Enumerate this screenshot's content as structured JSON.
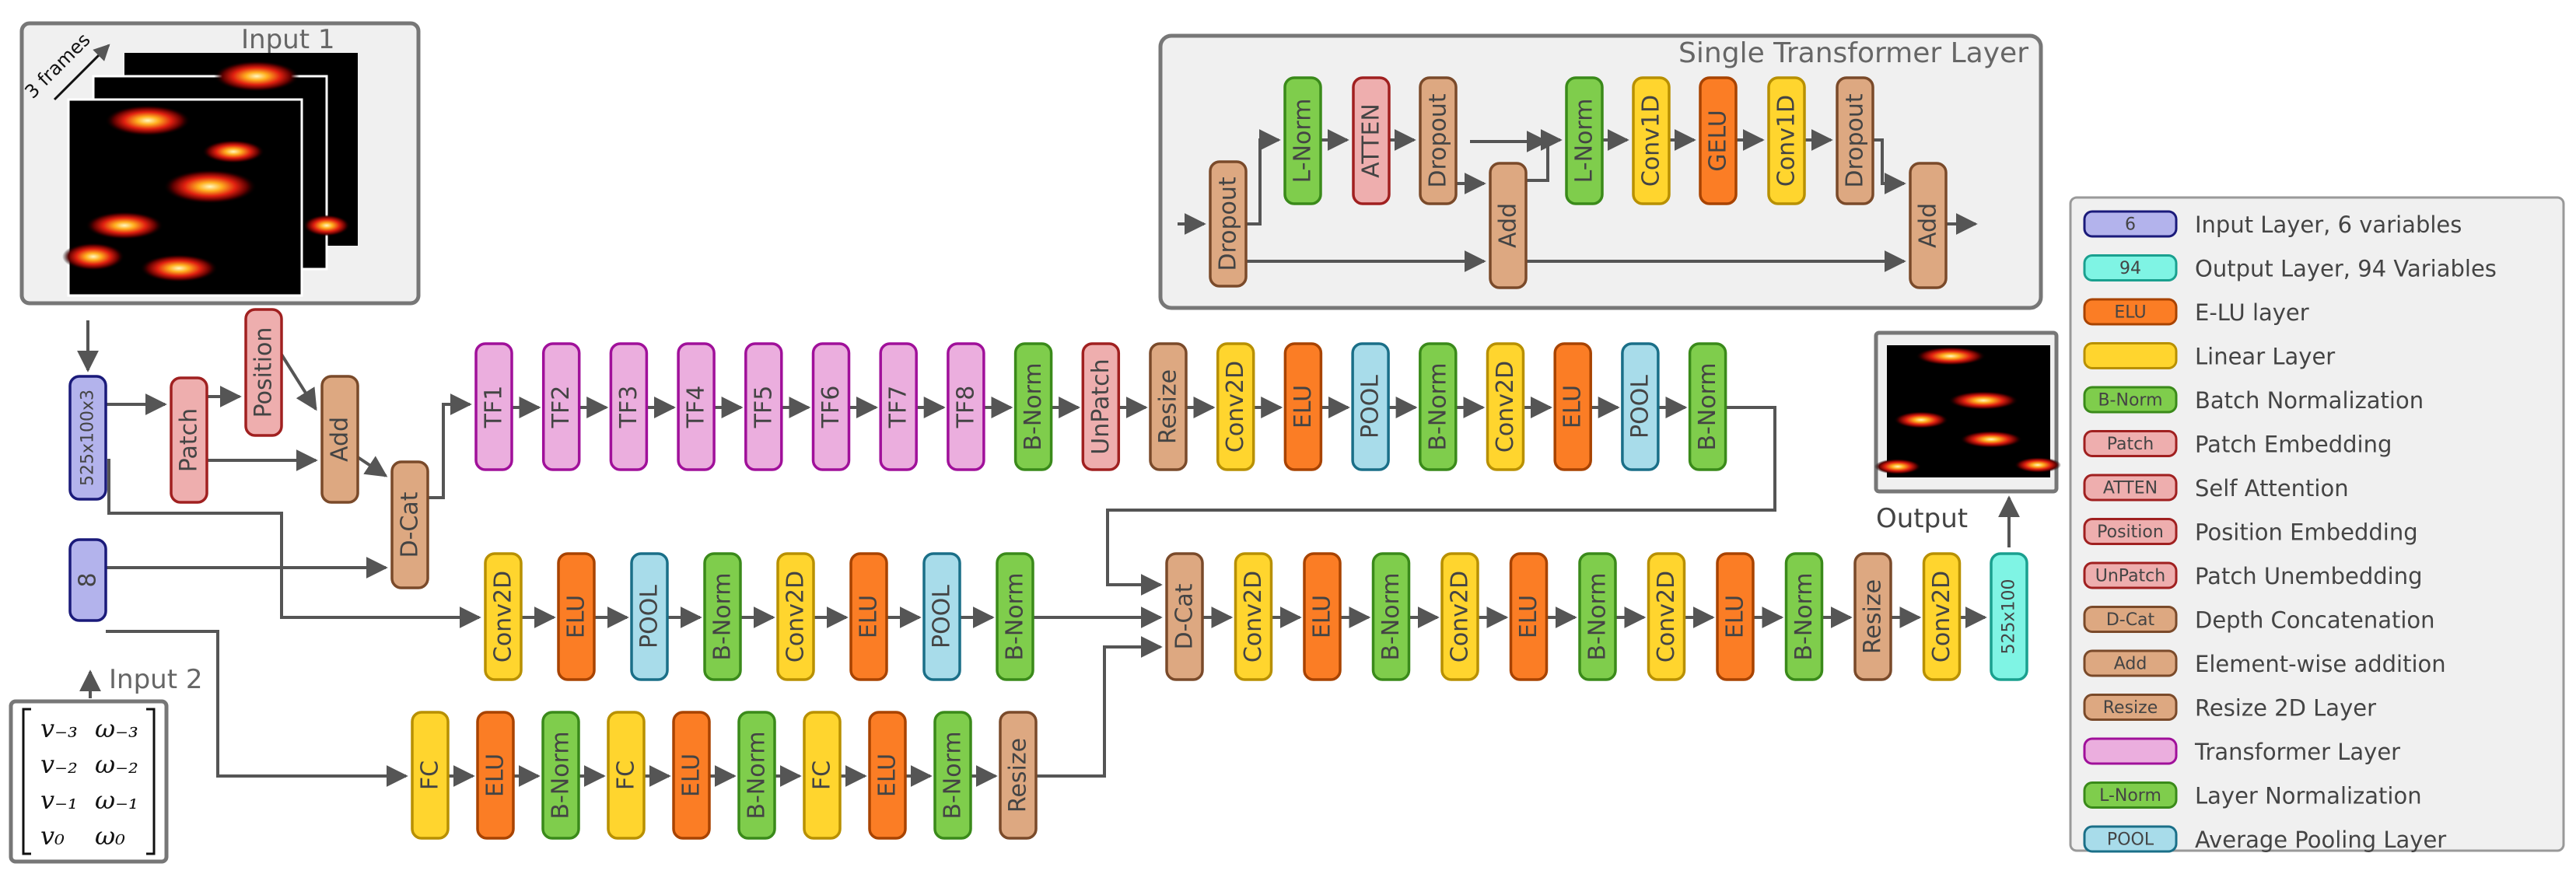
{
  "title_transformer": "Single Transformer Layer",
  "input1_label": "Input 1",
  "frames_label": "3 frames",
  "input2_label": "Input 2",
  "output_label": "Output",
  "matrix": [
    [
      "v₋₃",
      "ω₋₃"
    ],
    [
      "v₋₂",
      "ω₋₂"
    ],
    [
      "v₋₁",
      "ω₋₁"
    ],
    [
      "v₀",
      "ω₀"
    ]
  ],
  "colors": {
    "input": "#b3b3ec",
    "output": "#7ff4e4",
    "elu": "#fb7d25",
    "linear": "#ffd52e",
    "bnorm": "#7fcd4c",
    "patch": "#eeaeae",
    "dcat": "#dda881",
    "resize": "#dda881",
    "transformer": "#ebaede",
    "pool": "#a8dcea",
    "heat": "#000000"
  },
  "blocks": [
    {
      "name": "block-input-525x100x3",
      "label": "525x100x3",
      "type": "input"
    },
    {
      "name": "block-patch",
      "label": "Patch",
      "type": "patch"
    },
    {
      "name": "block-position",
      "label": "Position",
      "type": "patch"
    },
    {
      "name": "block-add",
      "label": "Add",
      "type": "dcat"
    },
    {
      "name": "block-dcat-main",
      "label": "D-Cat",
      "type": "dcat"
    },
    {
      "name": "block-input-8",
      "label": "8",
      "type": "input"
    },
    {
      "name": "block-tf1",
      "label": "TF1",
      "type": "transformer"
    },
    {
      "name": "block-tf2",
      "label": "TF2",
      "type": "transformer"
    },
    {
      "name": "block-tf3",
      "label": "TF3",
      "type": "transformer"
    },
    {
      "name": "block-tf4",
      "label": "TF4",
      "type": "transformer"
    },
    {
      "name": "block-tf5",
      "label": "TF5",
      "type": "transformer"
    },
    {
      "name": "block-tf6",
      "label": "TF6",
      "type": "transformer"
    },
    {
      "name": "block-tf7",
      "label": "TF7",
      "type": "transformer"
    },
    {
      "name": "block-tf8",
      "label": "TF8",
      "type": "transformer"
    },
    {
      "name": "block-bnorm-r1a",
      "label": "B-Norm",
      "type": "bnorm"
    },
    {
      "name": "block-unpatch",
      "label": "UnPatch",
      "type": "patch"
    },
    {
      "name": "block-resize-r1",
      "label": "Resize",
      "type": "resize"
    },
    {
      "name": "block-conv2d-r1a",
      "label": "Conv2D",
      "type": "linear"
    },
    {
      "name": "block-elu-r1a",
      "label": "ELU",
      "type": "elu"
    },
    {
      "name": "block-pool-r1a",
      "label": "POOL",
      "type": "pool"
    },
    {
      "name": "block-bnorm-r1b",
      "label": "B-Norm",
      "type": "bnorm"
    },
    {
      "name": "block-conv2d-r1b",
      "label": "Conv2D",
      "type": "linear"
    },
    {
      "name": "block-elu-r1b",
      "label": "ELU",
      "type": "elu"
    },
    {
      "name": "block-pool-r1b",
      "label": "POOL",
      "type": "pool"
    },
    {
      "name": "block-bnorm-r1c",
      "label": "B-Norm",
      "type": "bnorm"
    },
    {
      "name": "block-conv2d-r2a",
      "label": "Conv2D",
      "type": "linear"
    },
    {
      "name": "block-elu-r2a",
      "label": "ELU",
      "type": "elu"
    },
    {
      "name": "block-pool-r2a",
      "label": "POOL",
      "type": "pool"
    },
    {
      "name": "block-bnorm-r2a",
      "label": "B-Norm",
      "type": "bnorm"
    },
    {
      "name": "block-conv2d-r2b",
      "label": "Conv2D",
      "type": "linear"
    },
    {
      "name": "block-elu-r2b",
      "label": "ELU",
      "type": "elu"
    },
    {
      "name": "block-pool-r2b",
      "label": "POOL",
      "type": "pool"
    },
    {
      "name": "block-bnorm-r2b",
      "label": "B-Norm",
      "type": "bnorm"
    },
    {
      "name": "block-fc-r3a",
      "label": "FC",
      "type": "linear"
    },
    {
      "name": "block-elu-r3a",
      "label": "ELU",
      "type": "elu"
    },
    {
      "name": "block-bnorm-r3a",
      "label": "B-Norm",
      "type": "bnorm"
    },
    {
      "name": "block-fc-r3b",
      "label": "FC",
      "type": "linear"
    },
    {
      "name": "block-elu-r3b",
      "label": "ELU",
      "type": "elu"
    },
    {
      "name": "block-bnorm-r3b",
      "label": "B-Norm",
      "type": "bnorm"
    },
    {
      "name": "block-fc-r3c",
      "label": "FC",
      "type": "linear"
    },
    {
      "name": "block-elu-r3c",
      "label": "ELU",
      "type": "elu"
    },
    {
      "name": "block-bnorm-r3c",
      "label": "B-Norm",
      "type": "bnorm"
    },
    {
      "name": "block-resize-r3",
      "label": "Resize",
      "type": "resize"
    },
    {
      "name": "block-dcat-merge",
      "label": "D-Cat",
      "type": "dcat"
    },
    {
      "name": "block-conv2d-d1",
      "label": "Conv2D",
      "type": "linear"
    },
    {
      "name": "block-elu-d1",
      "label": "ELU",
      "type": "elu"
    },
    {
      "name": "block-bnorm-d1",
      "label": "B-Norm",
      "type": "bnorm"
    },
    {
      "name": "block-conv2d-d2",
      "label": "Conv2D",
      "type": "linear"
    },
    {
      "name": "block-elu-d2",
      "label": "ELU",
      "type": "elu"
    },
    {
      "name": "block-bnorm-d2",
      "label": "B-Norm",
      "type": "bnorm"
    },
    {
      "name": "block-conv2d-d3",
      "label": "Conv2D",
      "type": "linear"
    },
    {
      "name": "block-elu-d3",
      "label": "ELU",
      "type": "elu"
    },
    {
      "name": "block-bnorm-d3",
      "label": "B-Norm",
      "type": "bnorm"
    },
    {
      "name": "block-resize-d",
      "label": "Resize",
      "type": "resize"
    },
    {
      "name": "block-conv2d-d4",
      "label": "Conv2D",
      "type": "linear"
    },
    {
      "name": "block-output-525x100",
      "label": "525x100",
      "type": "output"
    },
    {
      "name": "tl-dropout-1",
      "label": "Dropout",
      "type": "dcat"
    },
    {
      "name": "tl-lnorm-1",
      "label": "L-Norm",
      "type": "bnorm"
    },
    {
      "name": "tl-atten",
      "label": "ATTEN",
      "type": "patch"
    },
    {
      "name": "tl-dropout-2",
      "label": "Dropout",
      "type": "dcat"
    },
    {
      "name": "tl-add-1",
      "label": "Add",
      "type": "dcat"
    },
    {
      "name": "tl-lnorm-2",
      "label": "L-Norm",
      "type": "bnorm"
    },
    {
      "name": "tl-conv1d-1",
      "label": "Conv1D",
      "type": "linear"
    },
    {
      "name": "tl-gelu",
      "label": "GELU",
      "type": "elu"
    },
    {
      "name": "tl-conv1d-2",
      "label": "Conv1D",
      "type": "linear"
    },
    {
      "name": "tl-dropout-3",
      "label": "Dropout",
      "type": "dcat"
    },
    {
      "name": "tl-add-2",
      "label": "Add",
      "type": "dcat"
    }
  ],
  "legend": [
    {
      "swatch": "6",
      "type": "input",
      "text": "Input Layer, 6 variables"
    },
    {
      "swatch": "94",
      "type": "output",
      "text": "Output Layer, 94 Variables"
    },
    {
      "swatch": "ELU",
      "type": "elu",
      "text": "E-LU layer"
    },
    {
      "swatch": "",
      "type": "linear",
      "text": "Linear Layer"
    },
    {
      "swatch": "B-Norm",
      "type": "bnorm",
      "text": "Batch Normalization"
    },
    {
      "swatch": "Patch",
      "type": "patch",
      "text": "Patch Embedding"
    },
    {
      "swatch": "ATTEN",
      "type": "patch",
      "text": "Self Attention"
    },
    {
      "swatch": "Position",
      "type": "patch",
      "text": "Position Embedding"
    },
    {
      "swatch": "UnPatch",
      "type": "patch",
      "text": "Patch Unembedding"
    },
    {
      "swatch": "D-Cat",
      "type": "dcat",
      "text": "Depth Concatenation"
    },
    {
      "swatch": "Add",
      "type": "dcat",
      "text": "Element-wise addition"
    },
    {
      "swatch": "Resize",
      "type": "resize",
      "text": "Resize 2D Layer"
    },
    {
      "swatch": "",
      "type": "transformer",
      "text": "Transformer Layer"
    },
    {
      "swatch": "L-Norm",
      "type": "bnorm",
      "text": "Layer Normalization"
    },
    {
      "swatch": "POOL",
      "type": "pool",
      "text": "Average Pooling Layer"
    }
  ]
}
